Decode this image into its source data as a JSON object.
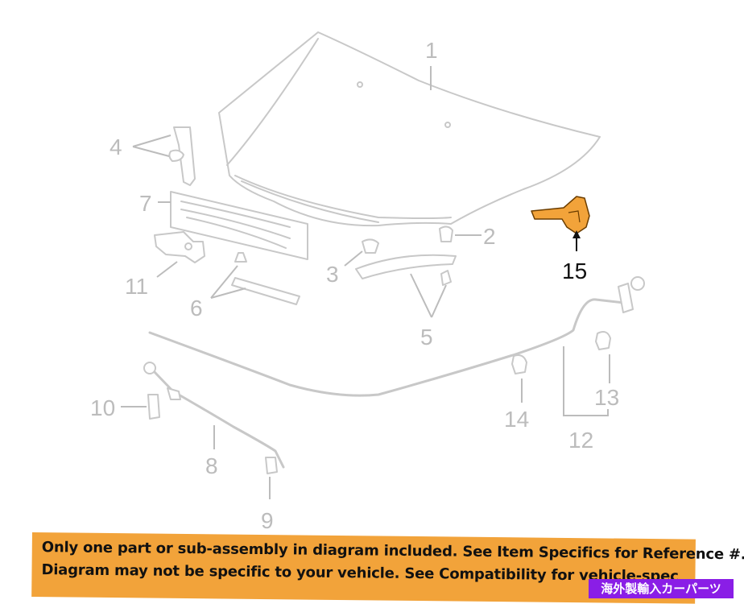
{
  "callouts": {
    "c1": "1",
    "c2": "2",
    "c3": "3",
    "c4": "4",
    "c5": "5",
    "c6": "6",
    "c7": "7",
    "c8": "8",
    "c9": "9",
    "c10": "10",
    "c11": "11",
    "c12": "12",
    "c13": "13",
    "c14": "14",
    "c15": "15"
  },
  "highlight_color": "#f2a33a",
  "banner": {
    "line1": "Only one part or sub-assembly in diagram included. See Item Specifics for Reference #.",
    "line2": "Diagram may not be specific to your vehicle. See Compatibility for vehicle-spec",
    "color": "#f2a33a"
  },
  "tag": {
    "text": "海外製輸入カーパーツ",
    "color": "#8a1ee6"
  }
}
